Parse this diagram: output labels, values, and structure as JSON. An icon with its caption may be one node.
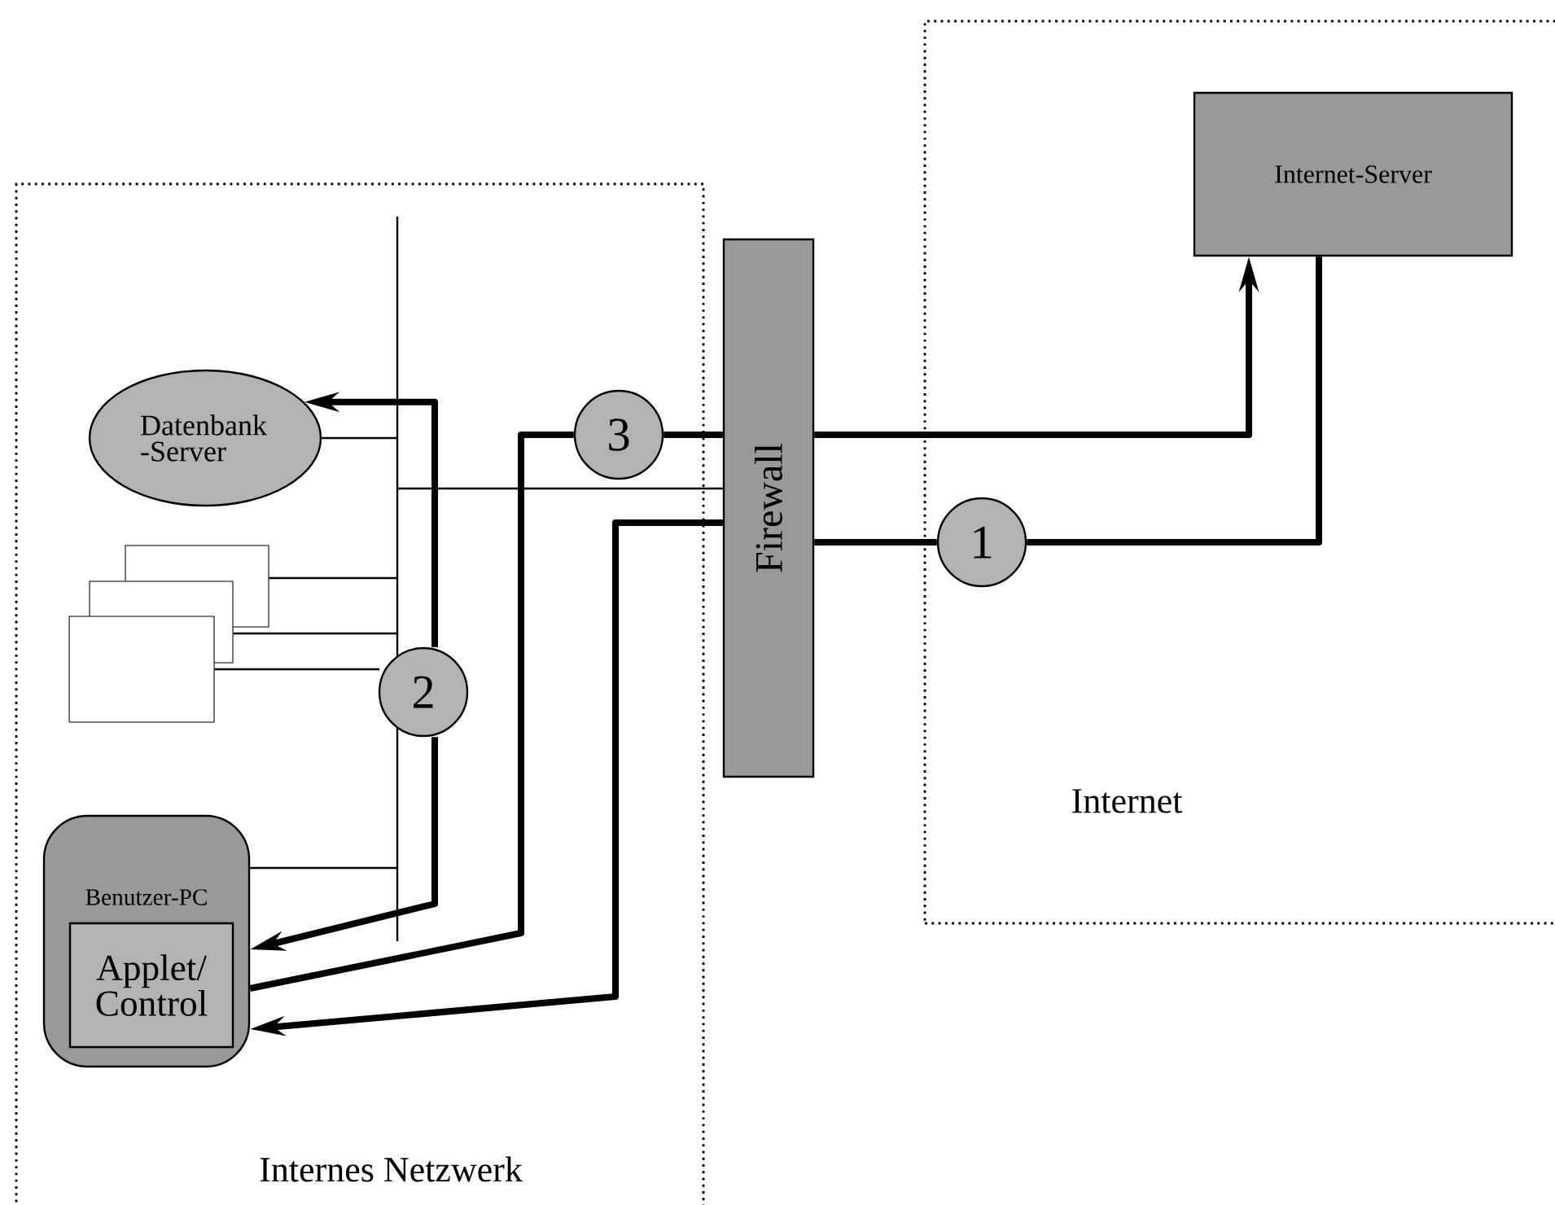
{
  "diagram": {
    "nodes": [
      {
        "text": [
          "Internes Netzwerk"
        ]
      },
      {
        "text": [
          "Internet"
        ]
      },
      {
        "text": [
          "Internet-Server"
        ],
        "in": 1
      },
      {
        "text": [
          "Firewall"
        ]
      },
      {
        "text": [
          "Datenbank -Server"
        ],
        "in": 0
      },
      {
        "text": [],
        "shape": "box",
        "in": 0
      },
      {
        "text": [],
        "shape": "box",
        "in": 0
      },
      {
        "text": [],
        "shape": "box",
        "in": 0
      },
      {
        "text": [
          "Benutzer-PC"
        ],
        "in": 0
      },
      {
        "text": [
          "Applet/ Control"
        ],
        "in": 8
      },
      {
        "text": [],
        "shape": "bar",
        "in": 0
      },
      {
        "text": [
          "3"
        ],
        "in": 0
      },
      {
        "text": [
          "1"
        ],
        "in": 1
      },
      {
        "text": [
          "2"
        ],
        "in": 0
      }
    ],
    "edges": [
      {
        "from": 8,
        "to": 11,
        "arrow": "none"
      },
      {
        "from": 11,
        "to": 3,
        "arrow": "none"
      },
      {
        "from": 3,
        "to": 2,
        "arrow": "to"
      },
      {
        "from": 2,
        "to": 12,
        "arrow": "none"
      },
      {
        "from": 12,
        "to": 3,
        "arrow": "none"
      },
      {
        "from": 3,
        "to": 8,
        "arrow": "to"
      },
      {
        "from": 13,
        "to": 4,
        "arrow": "to"
      },
      {
        "from": 13,
        "to": 8,
        "arrow": "to"
      },
      {
        "from": 4,
        "to": 10,
        "arrow": "none"
      },
      {
        "from": 5,
        "to": 10,
        "arrow": "none"
      },
      {
        "from": 6,
        "to": 10,
        "arrow": "none"
      },
      {
        "from": 7,
        "to": 10,
        "arrow": "none"
      },
      {
        "from": 8,
        "to": 10,
        "arrow": "none"
      },
      {
        "from": 10,
        "to": 3,
        "arrow": "none"
      }
    ]
  }
}
